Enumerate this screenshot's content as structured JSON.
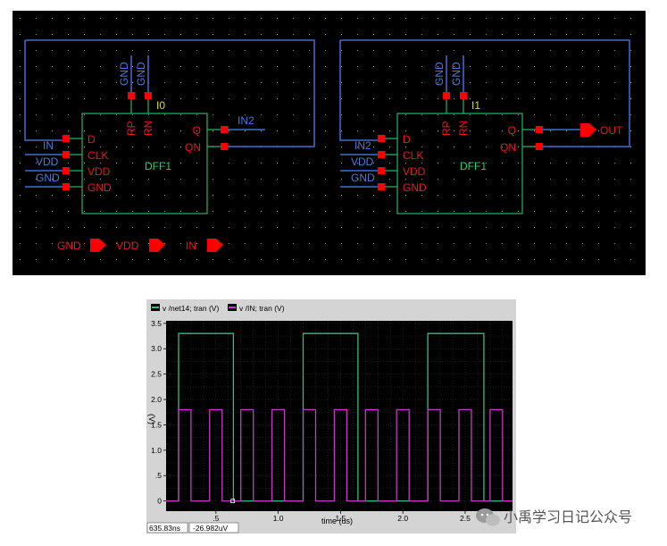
{
  "schematic": {
    "colors": {
      "background": "#000000",
      "wire": "#3f6fd6",
      "body": "#27b562",
      "pin": "#ff0000",
      "label_text": "#e81a1a",
      "net_text": "#4b7bd8",
      "instance_text": "#e0e000",
      "cell_text": "#33cc66"
    },
    "instances": [
      {
        "name": "I0",
        "cell": "DFF1",
        "pins_left": [
          "D",
          "CLK",
          "VDD",
          "GND"
        ],
        "pins_top": [
          "RP",
          "RN"
        ],
        "pins_right": [
          "Q",
          "QN"
        ],
        "nets_left": [
          "IN",
          "VDD",
          "GND"
        ],
        "nets_top": [
          "GND",
          "GND"
        ],
        "net_q": "IN2",
        "out_label": ""
      },
      {
        "name": "I1",
        "cell": "DFF1",
        "pins_left": [
          "D",
          "CLK",
          "VDD",
          "GND"
        ],
        "pins_top": [
          "RP",
          "RN"
        ],
        "pins_right": [
          "Q",
          "QN"
        ],
        "nets_left": [
          "IN2",
          "VDD",
          "GND"
        ],
        "nets_top": [
          "GND",
          "GND"
        ],
        "net_q": "",
        "out_label": "OUT"
      }
    ],
    "ports": [
      "GND",
      "VDD",
      "IN"
    ]
  },
  "waveform": {
    "legend": [
      {
        "label": "v /net14; tran (V)",
        "color": "#2fbf85"
      },
      {
        "label": "v /IN; tran (V)",
        "color": "#c43ac4"
      }
    ],
    "cursor_x": "635.83ns",
    "cursor_y": "-26.982uV",
    "colors": {
      "plot_bg": "#000000",
      "grid": "#3a3a3a",
      "frame": "#d4d4d4"
    }
  },
  "chart_data": {
    "type": "line",
    "xlabel": "time (us)",
    "ylabel": "(V)",
    "xlim": [
      0.1,
      2.88
    ],
    "ylim": [
      -0.2,
      3.55
    ],
    "x_ticks": [
      0.5,
      1.0,
      1.5,
      2.0,
      2.5
    ],
    "x_tick_labels": [
      ".5",
      "1.0",
      "1.5",
      "2.0",
      "2.5"
    ],
    "y_ticks": [
      0,
      0.5,
      1.0,
      1.5,
      2.0,
      2.5,
      3.0,
      3.5
    ],
    "y_tick_labels": [
      "0",
      ".5",
      "1.0",
      "1.5",
      "2.0",
      "2.5",
      "3.0",
      "3.5"
    ],
    "series": [
      {
        "name": "v /net14; tran (V)",
        "color": "#2fbf85",
        "x": [
          0.1,
          0.2,
          0.2,
          0.64,
          0.64,
          1.2,
          1.2,
          1.64,
          1.64,
          2.2,
          2.2,
          2.65,
          2.65,
          2.88
        ],
        "y": [
          0,
          0,
          3.3,
          3.3,
          0,
          0,
          3.3,
          3.3,
          0,
          0,
          3.3,
          3.3,
          0,
          0
        ]
      },
      {
        "name": "v /IN; tran (V)",
        "color": "#c43ac4",
        "x": [
          0.1,
          0.2,
          0.2,
          0.3,
          0.3,
          0.45,
          0.45,
          0.55,
          0.55,
          0.7,
          0.7,
          0.8,
          0.8,
          0.95,
          0.95,
          1.05,
          1.05,
          1.2,
          1.2,
          1.3,
          1.3,
          1.45,
          1.45,
          1.55,
          1.55,
          1.7,
          1.7,
          1.8,
          1.8,
          1.95,
          1.95,
          2.05,
          2.05,
          2.2,
          2.2,
          2.3,
          2.3,
          2.45,
          2.45,
          2.55,
          2.55,
          2.7,
          2.7,
          2.8,
          2.8,
          2.88
        ],
        "y": [
          0,
          0,
          1.8,
          1.8,
          0,
          0,
          1.8,
          1.8,
          0,
          0,
          1.8,
          1.8,
          0,
          0,
          1.8,
          1.8,
          0,
          0,
          1.8,
          1.8,
          0,
          0,
          1.8,
          1.8,
          0,
          0,
          1.8,
          1.8,
          0,
          0,
          1.8,
          1.8,
          0,
          0,
          1.8,
          1.8,
          0,
          0,
          1.8,
          1.8,
          0,
          0,
          1.8,
          1.8,
          0,
          0
        ]
      }
    ]
  },
  "watermark": {
    "text": "小禹学习日记公众号"
  }
}
